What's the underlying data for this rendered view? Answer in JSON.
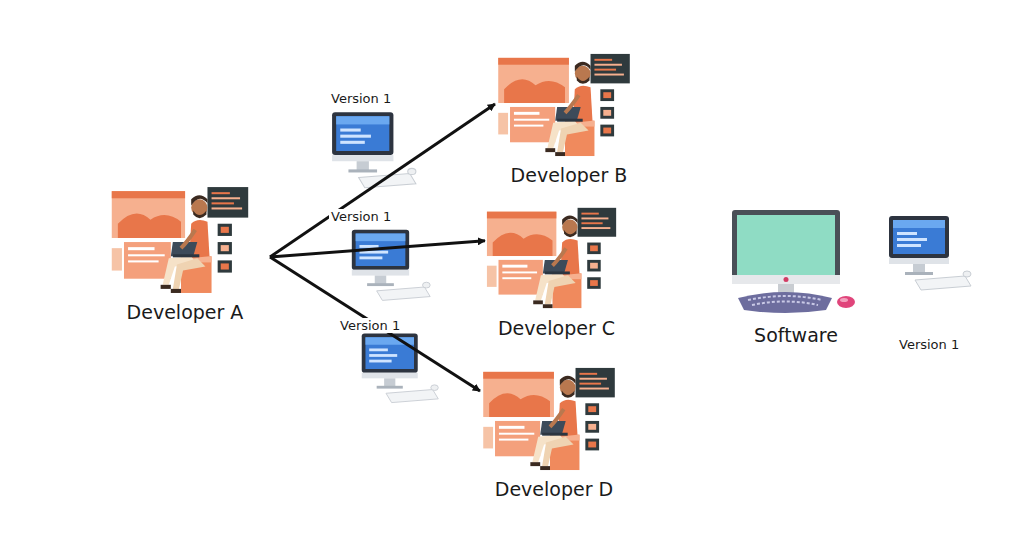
{
  "diagram": {
    "nodes": [
      {
        "text": [
          "Developer A"
        ]
      },
      {
        "text": [
          "Developer B"
        ]
      },
      {
        "text": [
          "Developer C"
        ]
      },
      {
        "text": [
          "Developer D"
        ]
      },
      {
        "text": [
          "Software"
        ]
      }
    ],
    "edges": [
      {
        "from": 0,
        "to": 1,
        "arrow": "to"
      },
      {
        "from": 0,
        "to": 2,
        "arrow": "to"
      },
      {
        "from": 0,
        "to": 3,
        "arrow": "to"
      }
    ],
    "labels": [
      "Version 1",
      "Version 1",
      "Version 1",
      "Version 1"
    ]
  }
}
